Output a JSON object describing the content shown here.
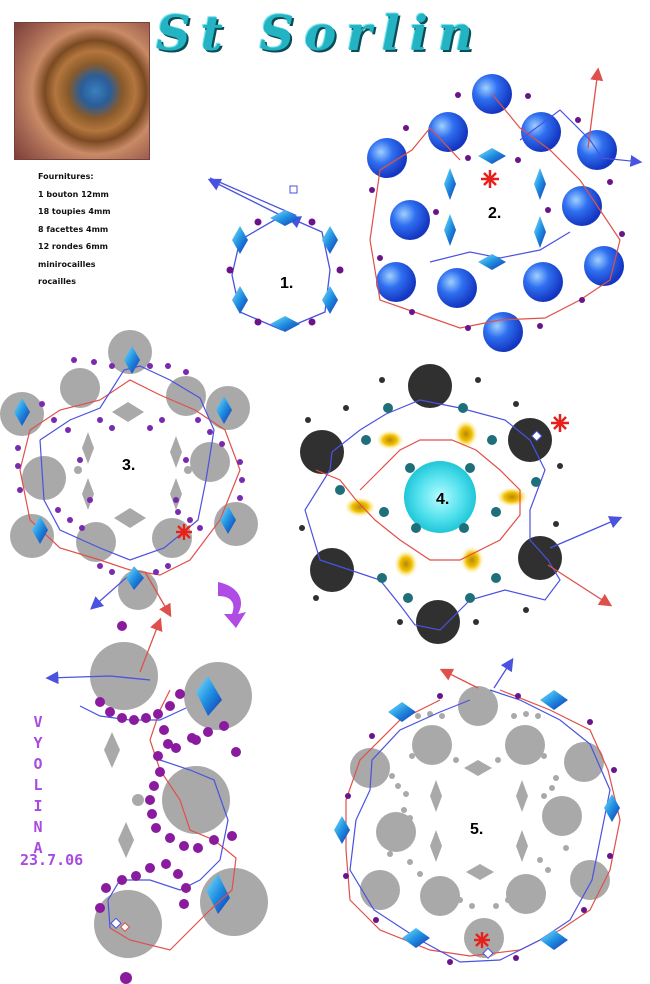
{
  "title": "St Sorlin",
  "supplies": {
    "heading": "Fournitures:",
    "items": [
      "1 bouton 12mm",
      "18 toupies 4mm",
      "8 facettes 4mm",
      "12 rondes 6mm",
      "minirocailles",
      "rocailles"
    ]
  },
  "steps": {
    "s1": "1.",
    "s2": "2.",
    "s3": "3.",
    "s4": "4.",
    "s5": "5."
  },
  "signature": {
    "name_letters": [
      "V",
      "Y",
      "O",
      "L",
      "I",
      "N",
      "A"
    ],
    "date": "23.7.06"
  },
  "colors": {
    "title": "#24b3c2",
    "thread_blue": "#4a52e0",
    "thread_red": "#e0504a",
    "bead_purple": "#6a138a",
    "bicone_blue": "#2a9ee0",
    "round_blue": "#1f5fe8",
    "grey": "#a9a9a9",
    "signature": "#a84be0",
    "star": "#e8201a"
  }
}
